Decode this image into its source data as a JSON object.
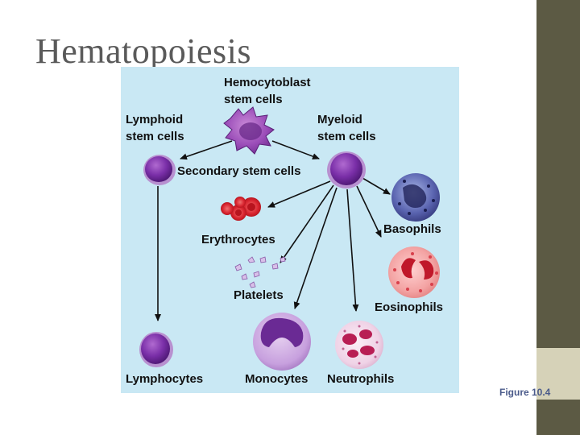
{
  "slide": {
    "title": "Hematopoiesis",
    "figure_label": "Figure 10.4"
  },
  "diagram": {
    "labels": {
      "hemocytoblast_line1": "Hemocytoblast",
      "hemocytoblast_line2": "stem cells",
      "lymphoid_line1": "Lymphoid",
      "lymphoid_line2": "stem cells",
      "myeloid_line1": "Myeloid",
      "myeloid_line2": "stem cells",
      "secondary": "Secondary stem cells",
      "erythrocytes": "Erythrocytes",
      "basophils": "Basophils",
      "platelets": "Platelets",
      "eosinophils": "Eosinophils",
      "lymphocytes": "Lymphocytes",
      "monocytes": "Monocytes",
      "neutrophils": "Neutrophils"
    }
  },
  "colors": {
    "panel_background": "#c9e8f4",
    "side_bar": "#5c5a44",
    "side_accent": "#d6d2b8",
    "cell_purple": "#6a2a94",
    "erythrocyte_red": "#d8232e",
    "eosinophil_pink": "#f09a9a"
  }
}
